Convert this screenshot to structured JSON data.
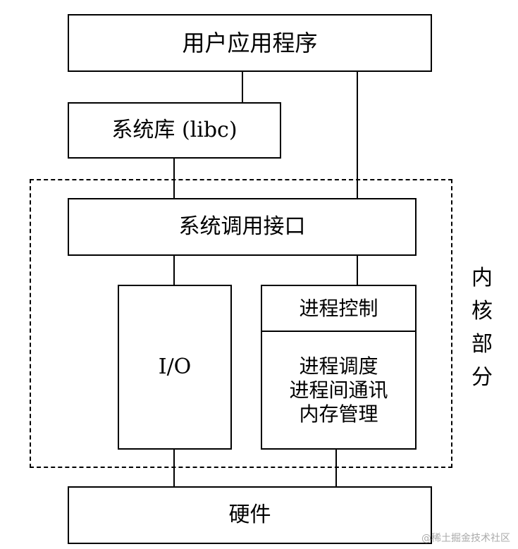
{
  "diagram": {
    "user_program": "用户应用程序",
    "libc": "系统库 (libc)",
    "syscall": "系统调用接口",
    "io": "I/O",
    "process_header": "进程控制",
    "process_lines": [
      "进程调度",
      "进程间通讯",
      "内存管理"
    ],
    "hardware": "硬件",
    "kernel_label": [
      "内",
      "核",
      "部",
      "分"
    ]
  },
  "watermark": "@稀土掘金技术社区"
}
